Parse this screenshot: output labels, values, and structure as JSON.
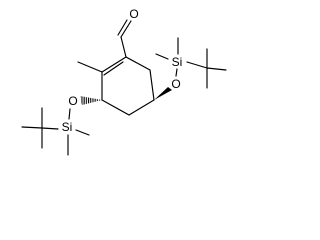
{
  "diagram": {
    "kind": "skeletal-structure",
    "atom_labels": {
      "aldehyde_oxygen": "O",
      "ether_oxygen_left": "O",
      "silicon_left": "Si",
      "ether_oxygen_right": "O",
      "silicon_right": "Si"
    },
    "colors": {
      "bond": "#000000",
      "label": "#000000",
      "background": "#ffffff"
    }
  }
}
